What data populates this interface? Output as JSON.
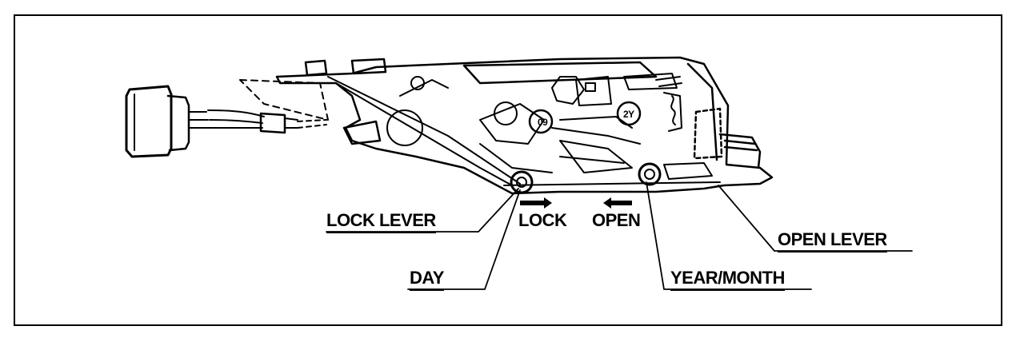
{
  "labels": {
    "lock_lever": "LOCK LEVER",
    "lock": "LOCK",
    "open": "OPEN",
    "open_lever": "OPEN LEVER",
    "day": "DAY",
    "year_month": "YEAR/MONTH"
  },
  "markings": {
    "day_gear": "09",
    "year_gear": "2Y"
  }
}
